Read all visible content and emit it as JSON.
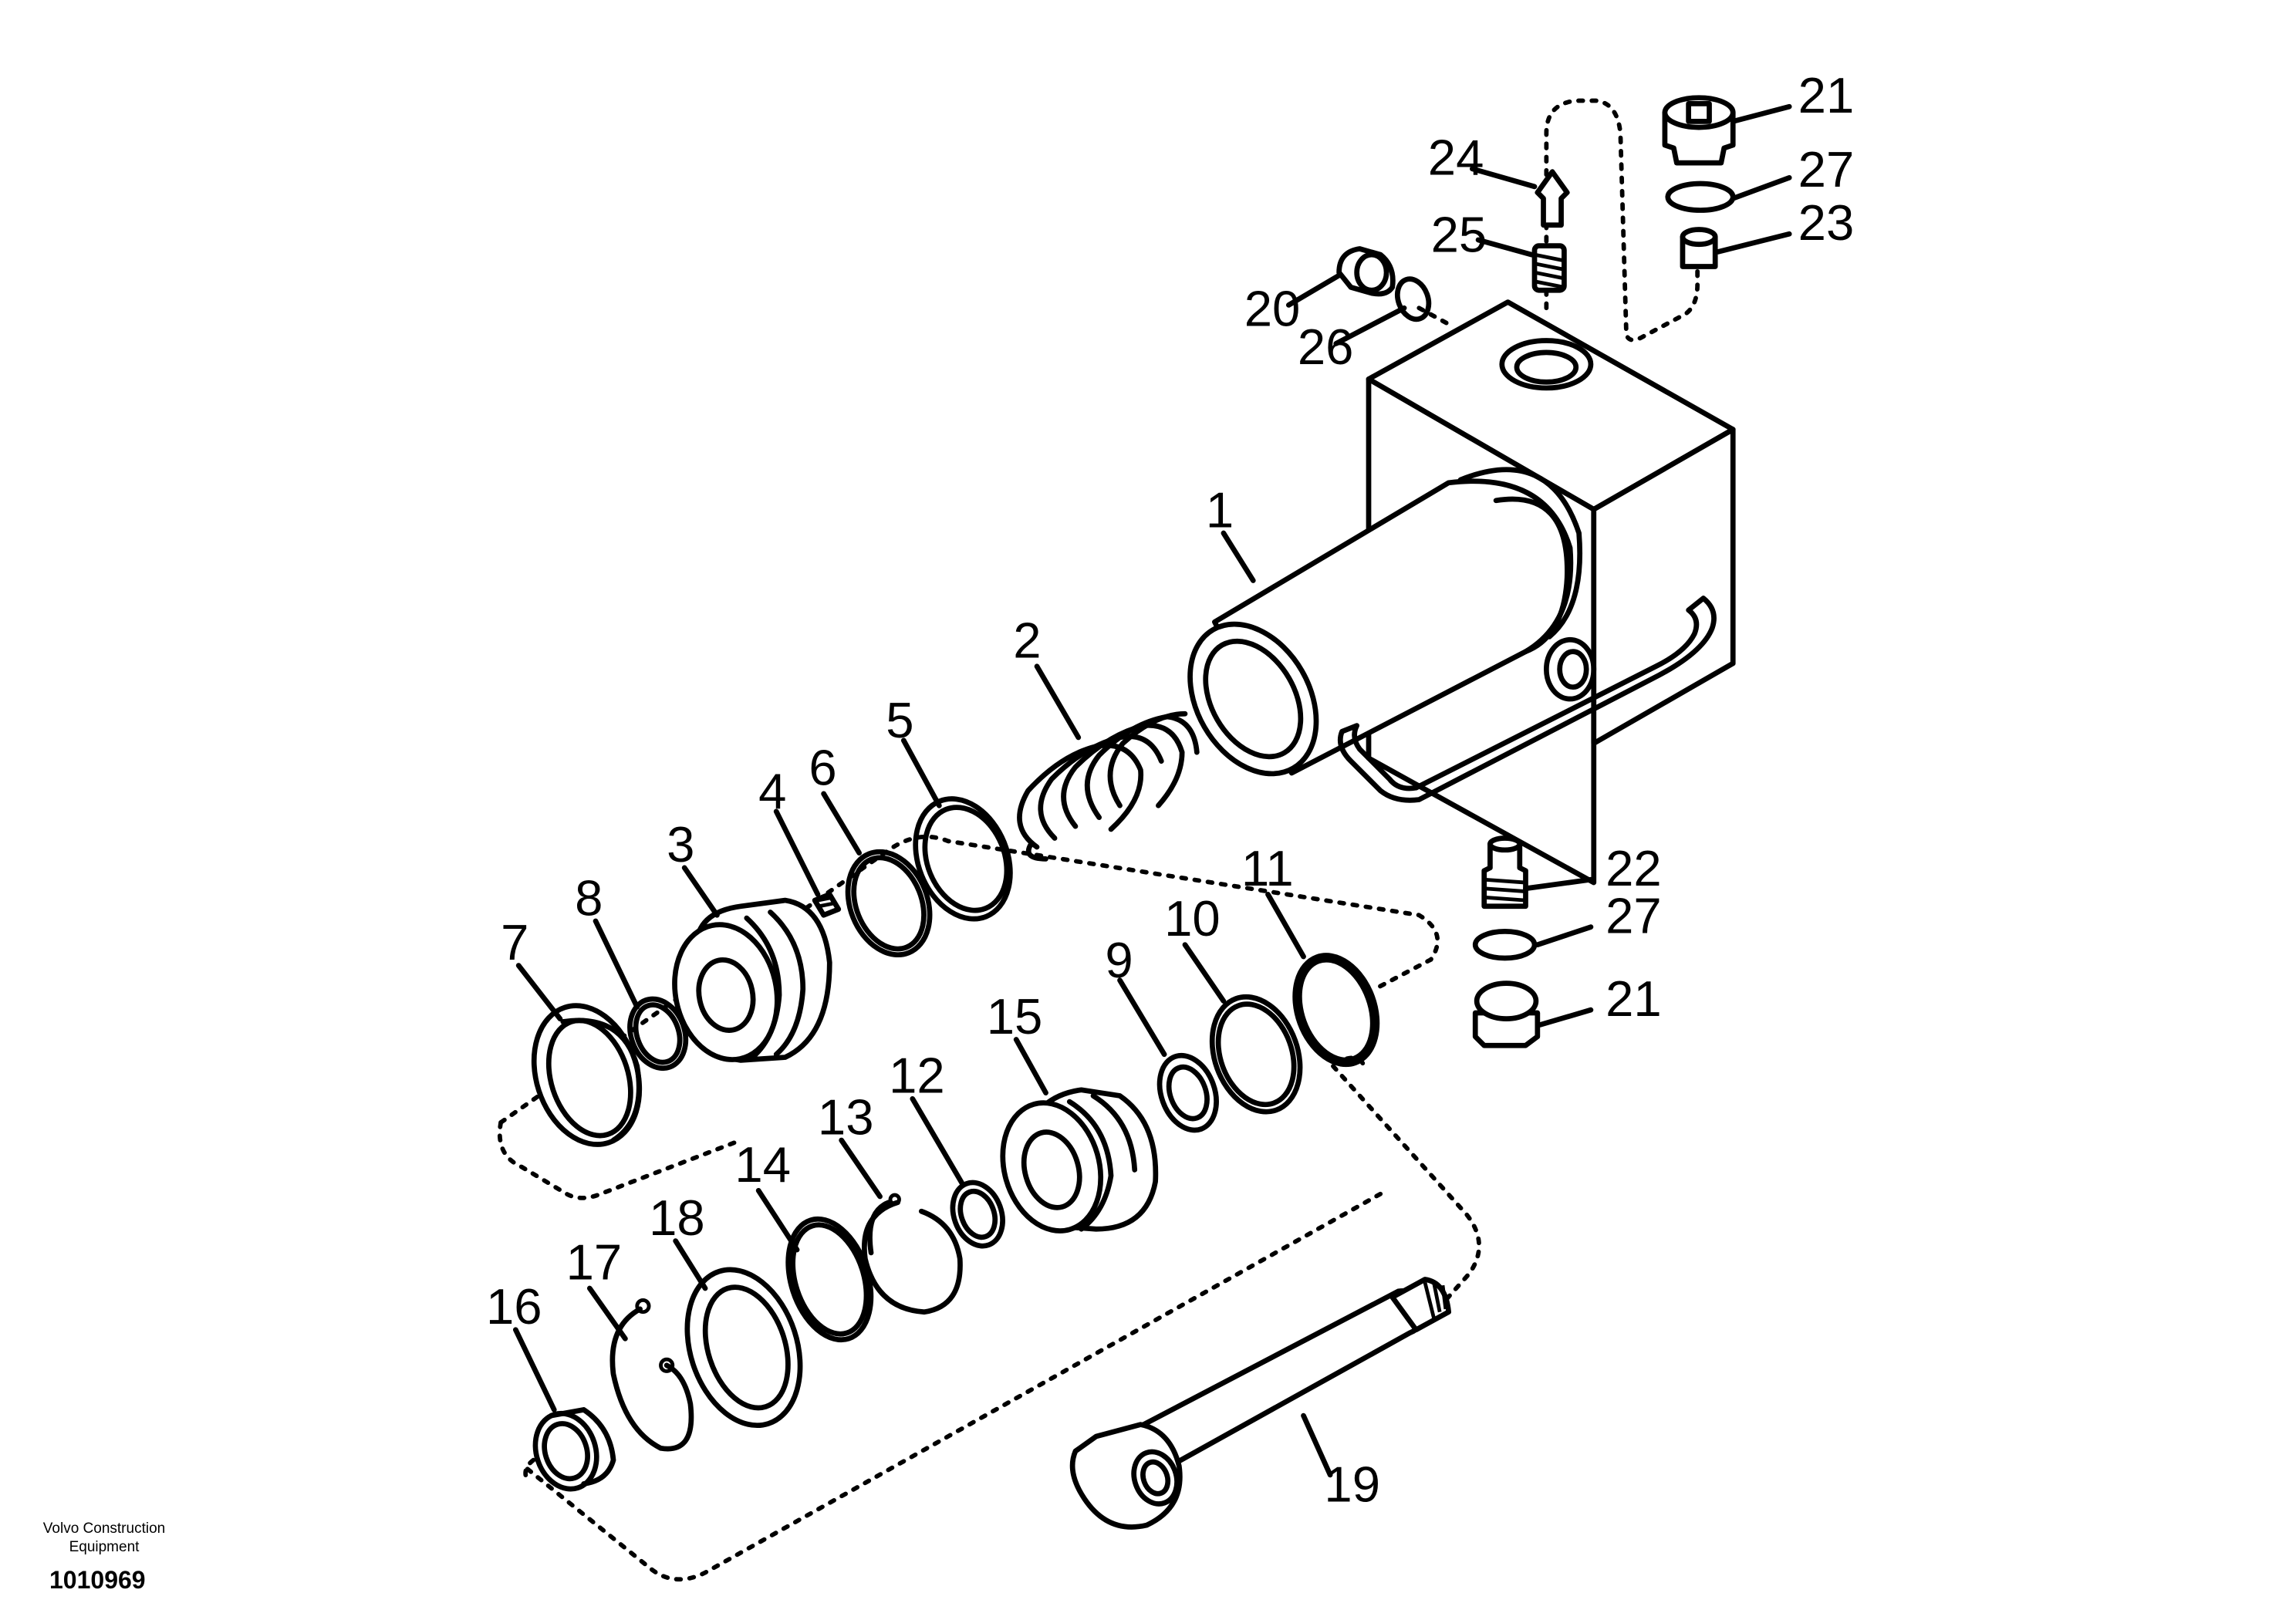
{
  "callouts": [
    {
      "id": "1",
      "label": "1",
      "part": "cylinder-housing"
    },
    {
      "id": "2",
      "label": "2",
      "part": "spring"
    },
    {
      "id": "3",
      "label": "3",
      "part": "piston"
    },
    {
      "id": "4",
      "label": "4",
      "part": "set-screw"
    },
    {
      "id": "5",
      "label": "5",
      "part": "ring"
    },
    {
      "id": "6",
      "label": "6",
      "part": "o-ring"
    },
    {
      "id": "7",
      "label": "7",
      "part": "sleeve"
    },
    {
      "id": "8",
      "label": "8",
      "part": "o-ring"
    },
    {
      "id": "9",
      "label": "9",
      "part": "ring"
    },
    {
      "id": "10",
      "label": "10",
      "part": "ring"
    },
    {
      "id": "11",
      "label": "11",
      "part": "o-ring"
    },
    {
      "id": "12",
      "label": "12",
      "part": "ring"
    },
    {
      "id": "13",
      "label": "13",
      "part": "snap-ring"
    },
    {
      "id": "14",
      "label": "14",
      "part": "o-ring"
    },
    {
      "id": "15",
      "label": "15",
      "part": "rod-guide"
    },
    {
      "id": "16",
      "label": "16",
      "part": "bushing"
    },
    {
      "id": "17",
      "label": "17",
      "part": "snap-ring"
    },
    {
      "id": "18",
      "label": "18",
      "part": "ring"
    },
    {
      "id": "19",
      "label": "19",
      "part": "piston-rod"
    },
    {
      "id": "20",
      "label": "20",
      "part": "plug"
    },
    {
      "id": "21a",
      "label": "21",
      "part": "plug"
    },
    {
      "id": "21b",
      "label": "21",
      "part": "plug"
    },
    {
      "id": "22",
      "label": "22",
      "part": "nipple"
    },
    {
      "id": "23",
      "label": "23",
      "part": "nut"
    },
    {
      "id": "24",
      "label": "24",
      "part": "valve-poppet"
    },
    {
      "id": "25",
      "label": "25",
      "part": "spring"
    },
    {
      "id": "26",
      "label": "26",
      "part": "o-ring"
    },
    {
      "id": "27a",
      "label": "27",
      "part": "o-ring"
    },
    {
      "id": "27b",
      "label": "27",
      "part": "o-ring"
    }
  ],
  "footer": {
    "manufacturer_line1": "Volvo Construction",
    "manufacturer_line2": "Equipment",
    "document_number": "1010969"
  }
}
